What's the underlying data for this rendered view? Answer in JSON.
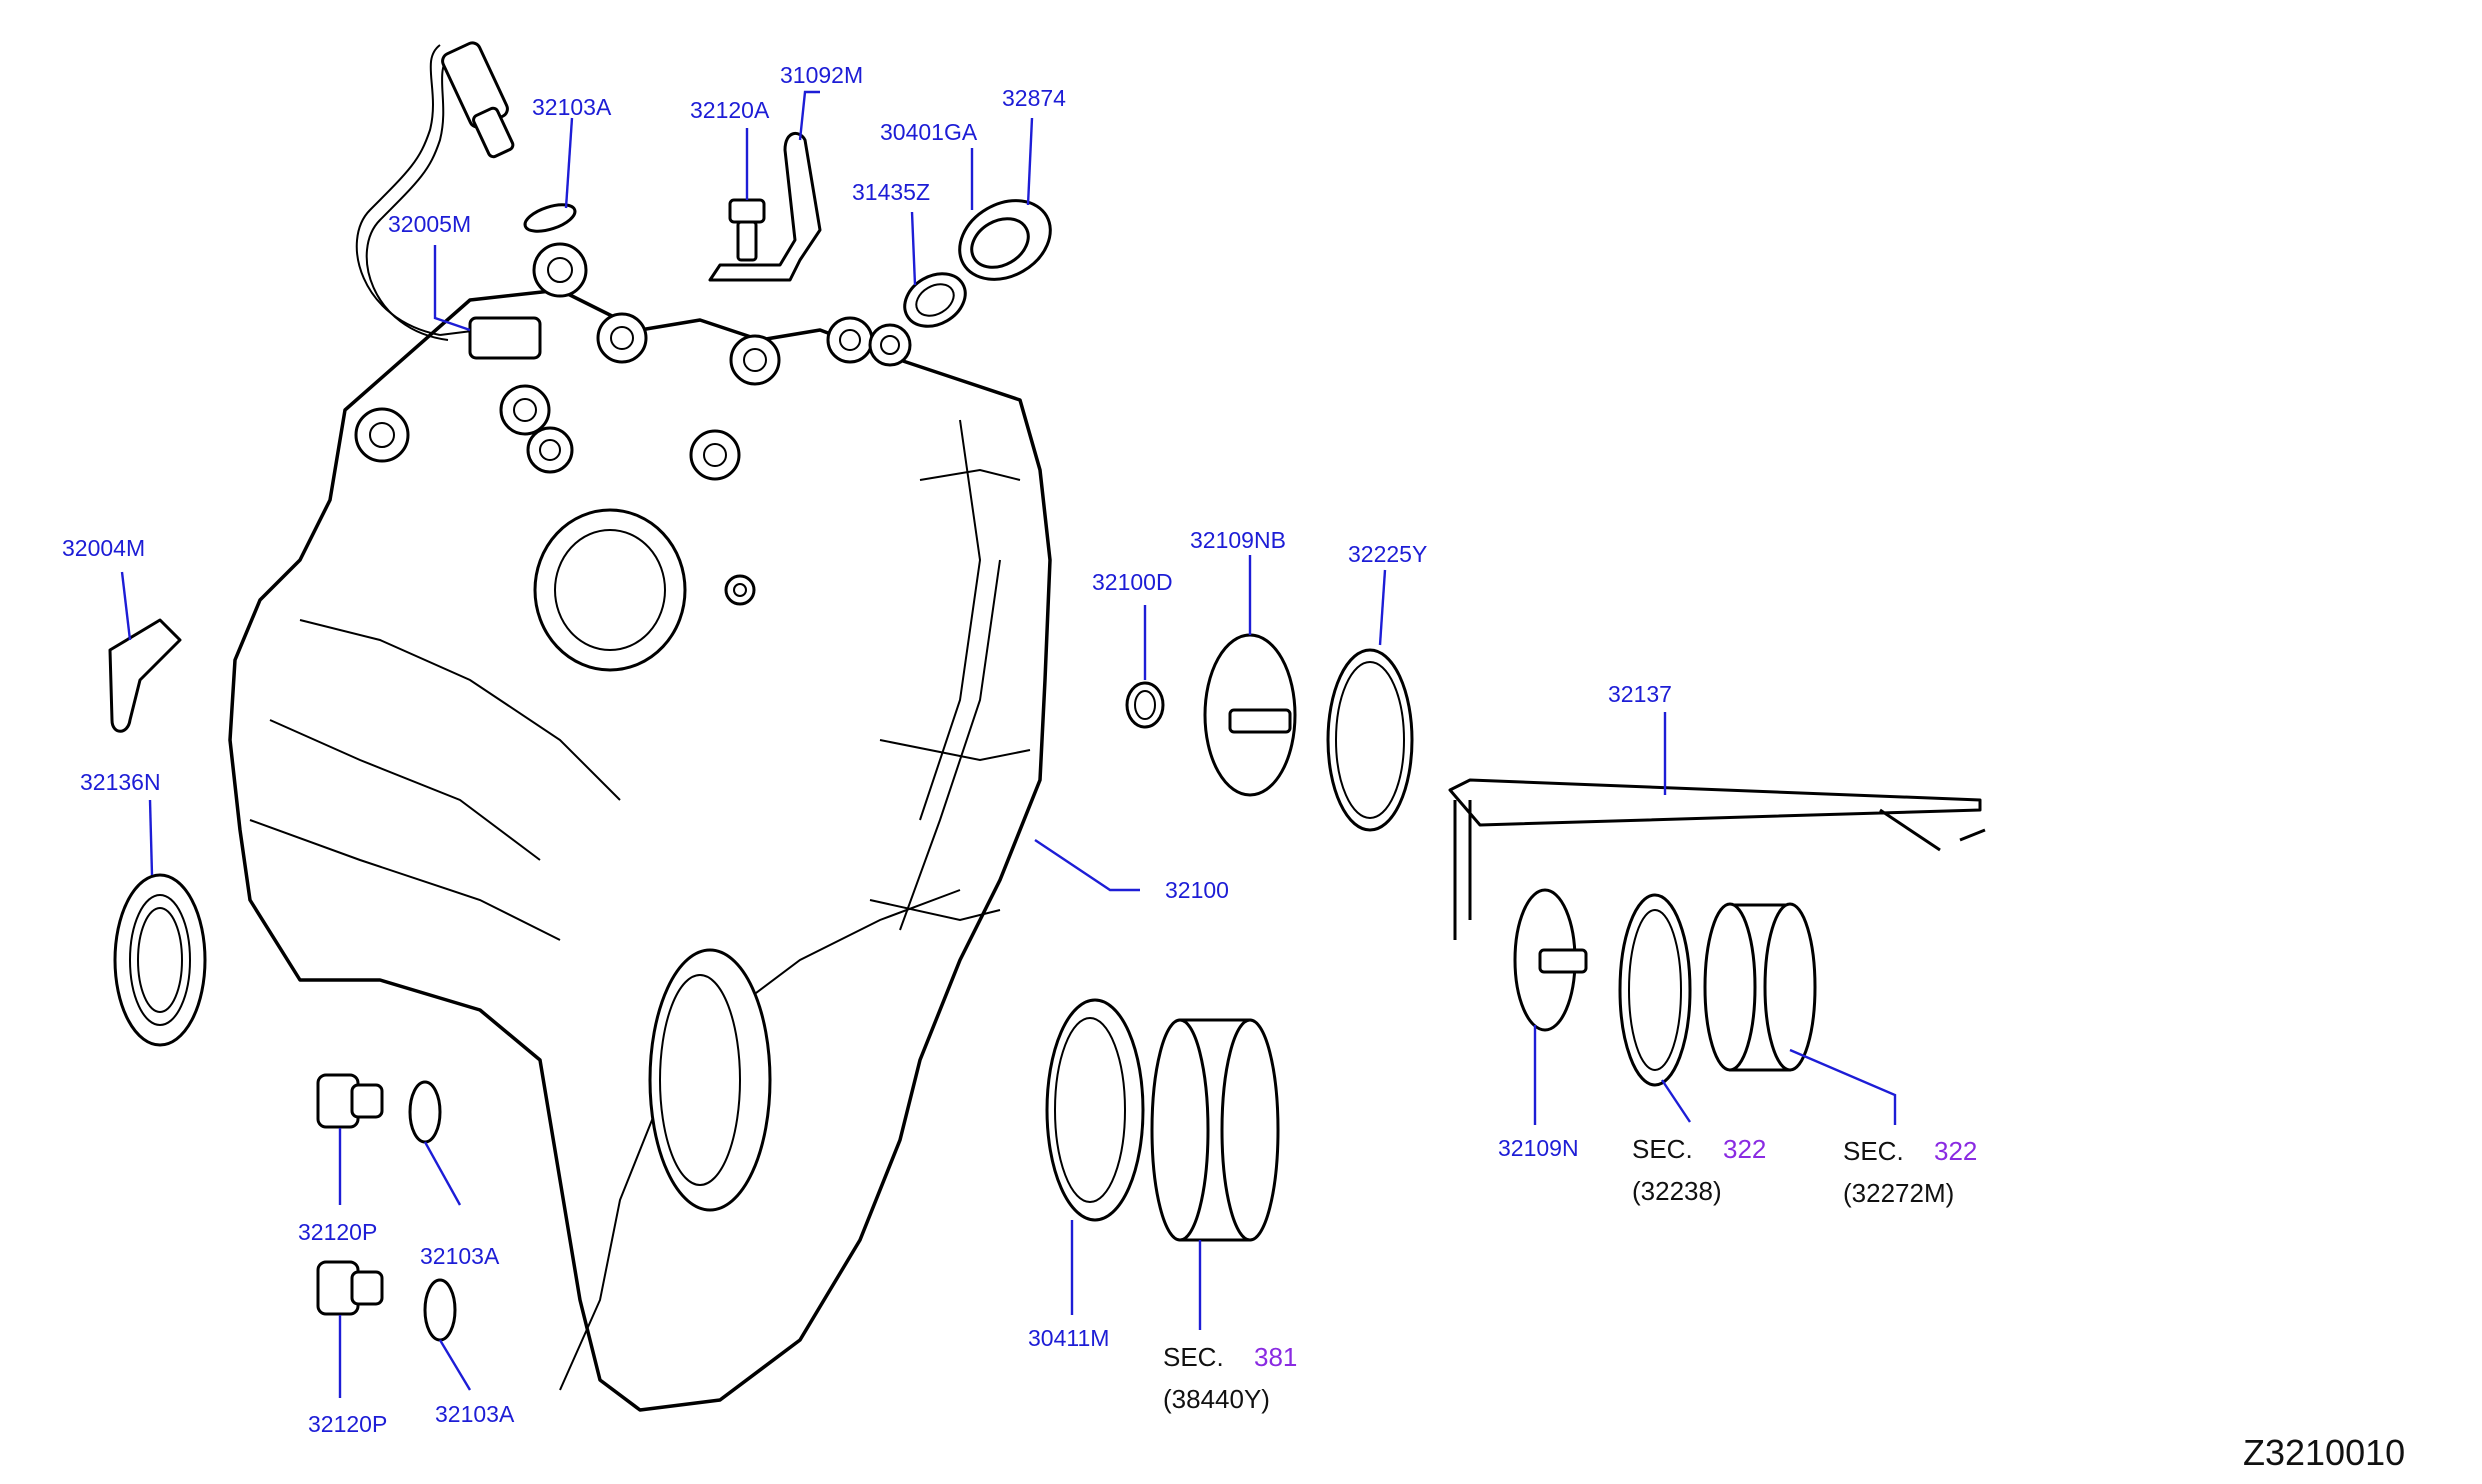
{
  "diagram_ref": "Z3210010",
  "part_labels": {
    "p32103A_top": "32103A",
    "p32005M": "32005M",
    "p32120A": "32120A",
    "p31092M": "31092M",
    "p30401GA": "30401GA",
    "p32874": "32874",
    "p31435Z": "31435Z",
    "p32004M": "32004M",
    "p32136N": "32136N",
    "p32100": "32100",
    "p32100D": "32100D",
    "p32109NB": "32109NB",
    "p32225Y": "32225Y",
    "p32137": "32137",
    "p32109N": "32109N",
    "p32120P_a": "32120P",
    "p32103A_a": "32103A",
    "p32120P_b": "32120P",
    "p32103A_b": "32103A",
    "p30411M": "30411M"
  },
  "section_refs": [
    {
      "sec": "SEC.",
      "num": "322",
      "code": "(32238)"
    },
    {
      "sec": "SEC.",
      "num": "322",
      "code": "(32272M)"
    },
    {
      "sec": "SEC.",
      "num": "381",
      "code": "(38440Y)"
    }
  ],
  "colors": {
    "part_number": "#1d1dd6",
    "section_number": "#8a2be2",
    "line_art": "#000000"
  }
}
